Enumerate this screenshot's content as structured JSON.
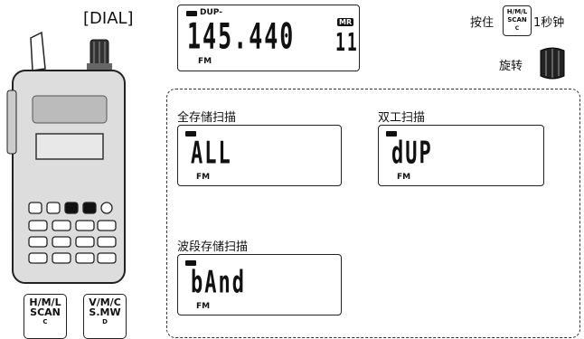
{
  "dial_label": "[DIAL]",
  "main_lcd": {
    "dup": "DUP-",
    "freq": "145.440",
    "mr": "MR",
    "channel": "11",
    "mode": "FM"
  },
  "instruction": {
    "press_prefix": "按住",
    "key": {
      "top": "H/M/L",
      "mid": "SCAN",
      "sub": "C"
    },
    "press_suffix": "1秒钟",
    "rotate": "旋转"
  },
  "scan_modes": [
    {
      "label": "全存储扫描",
      "display": "ALL",
      "mode": "FM"
    },
    {
      "label": "双工扫描",
      "display": "dUP",
      "mode": "FM"
    },
    {
      "label": "波段存储扫描",
      "display": "bAnd",
      "mode": "FM"
    }
  ],
  "radio_keys": [
    {
      "l1": "H/M/L",
      "l2": "SCAN",
      "l3": "C"
    },
    {
      "l1": "V/M/C",
      "l2": "S.MW",
      "l3": "D"
    }
  ],
  "icons": [
    "radio-icon",
    "dial-knob-icon",
    "battery-icon"
  ]
}
